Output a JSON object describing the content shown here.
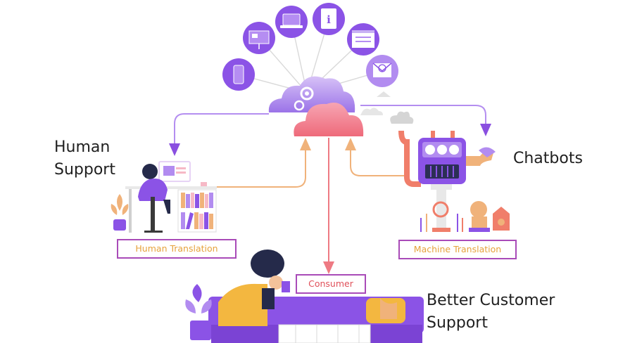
{
  "labels": {
    "human_support": [
      "Human",
      "Support"
    ],
    "chatbots": "Chatbots",
    "better_support": [
      "Better Customer",
      "Support"
    ],
    "human_translation": "Human Translation",
    "machine_translation": "Machine Translation",
    "consumer": "Consumer"
  },
  "colors": {
    "purple": "#8a4fe0",
    "light_purple": "#b48ef0",
    "coral": "#f0707a",
    "pink": "#f59aa6",
    "orange_arrow": "#f0b27a",
    "box_border": "#a94bb8",
    "human_text": "#e6a23c",
    "machine_text": "#e6a23c",
    "consumer_text": "#e0505a"
  },
  "device_icons": [
    "phone-icon",
    "presentation-board-icon",
    "laptop-icon",
    "info-document-icon",
    "web-page-icon",
    "email-icon"
  ]
}
